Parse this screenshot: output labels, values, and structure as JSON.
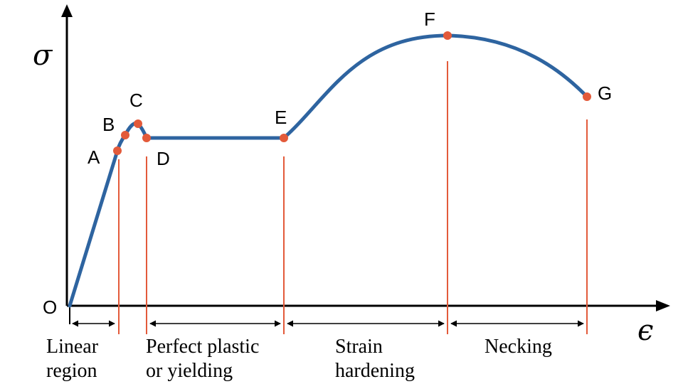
{
  "axes": {
    "y_symbol": "σ",
    "x_symbol": "ϵ",
    "origin_label": "O"
  },
  "points": [
    {
      "id": "A",
      "label": "A"
    },
    {
      "id": "B",
      "label": "B"
    },
    {
      "id": "C",
      "label": "C"
    },
    {
      "id": "D",
      "label": "D"
    },
    {
      "id": "E",
      "label": "E"
    },
    {
      "id": "F",
      "label": "F"
    },
    {
      "id": "G",
      "label": "G"
    }
  ],
  "regions": [
    {
      "id": "linear",
      "line1": "Linear",
      "line2": "region"
    },
    {
      "id": "plastic",
      "line1": "Perfect plastic",
      "line2": "or yielding"
    },
    {
      "id": "hardening",
      "line1": "Strain",
      "line2": "hardening"
    },
    {
      "id": "necking",
      "line1": "Necking",
      "line2": ""
    }
  ],
  "colors": {
    "curve": "#2e64a0",
    "points": "#e35a3a",
    "divider_lines": "#e35a3a",
    "axes": "#000000"
  }
}
